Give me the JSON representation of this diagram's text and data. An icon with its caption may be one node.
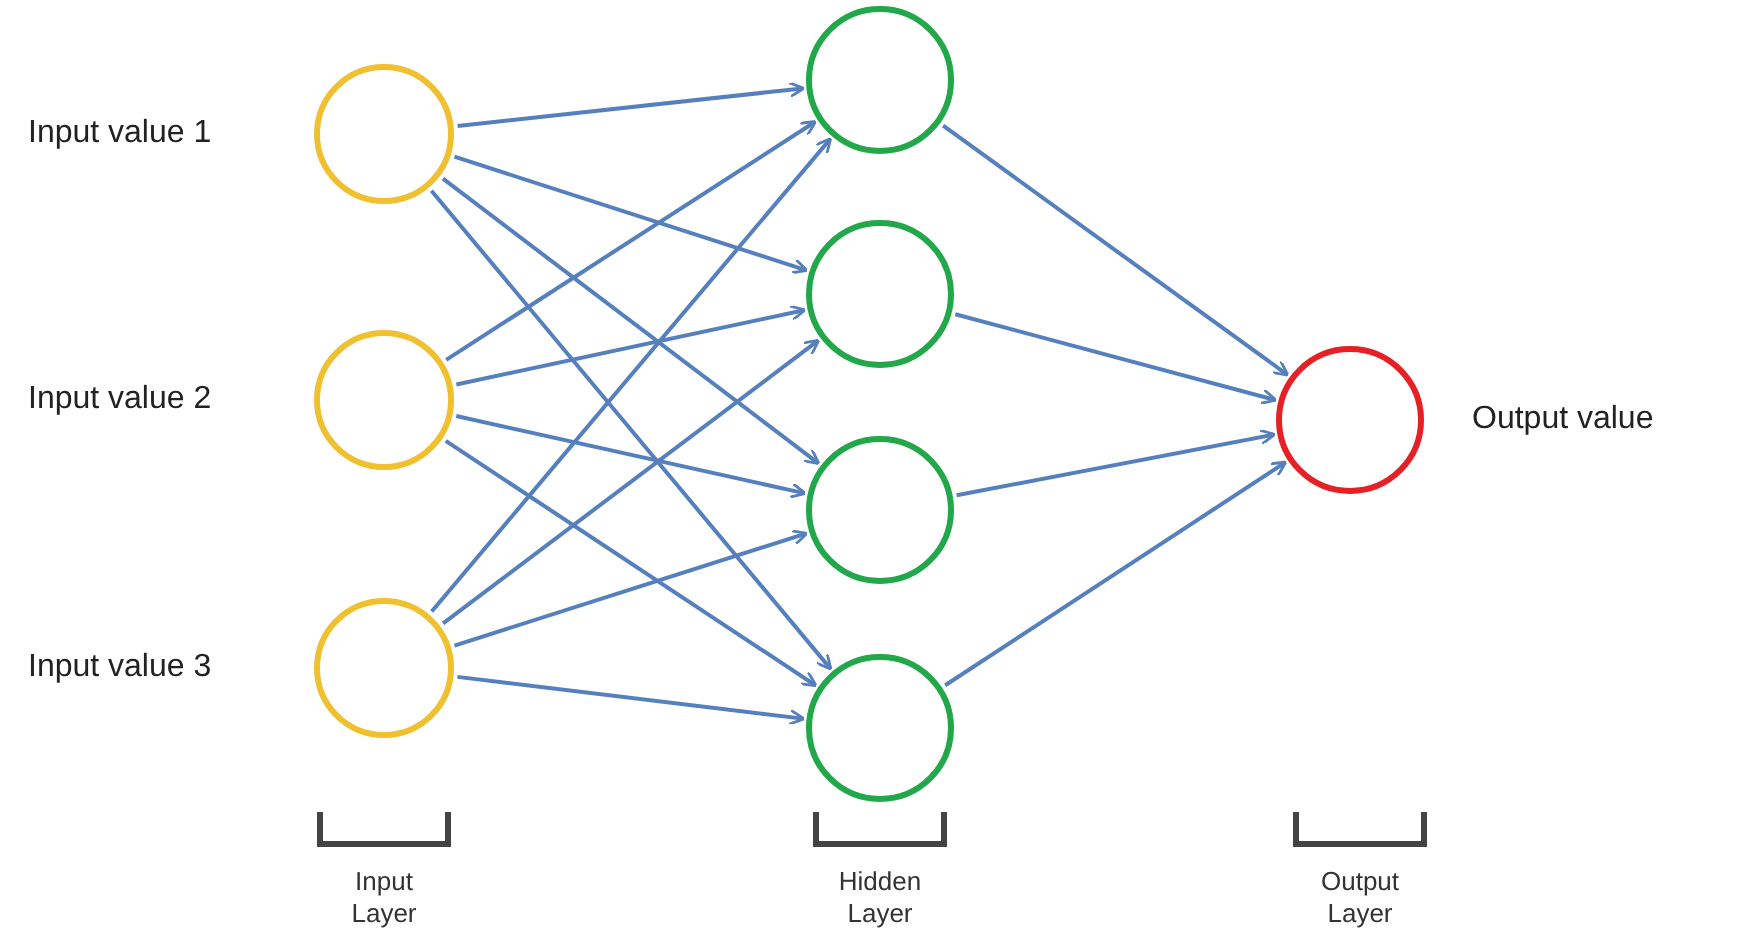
{
  "diagram": {
    "nodes": [
      {
        "text": [],
        "shape": "circle",
        "beside": [
          "Input value 1"
        ]
      },
      {
        "text": [],
        "shape": "circle",
        "beside": [
          "Input value 2"
        ]
      },
      {
        "text": [],
        "shape": "circle",
        "beside": [
          "Input value 3"
        ]
      },
      {
        "text": [],
        "shape": "circle"
      },
      {
        "text": [],
        "shape": "circle"
      },
      {
        "text": [],
        "shape": "circle"
      },
      {
        "text": [],
        "shape": "circle"
      },
      {
        "text": [],
        "shape": "circle",
        "beside": [
          "Output value"
        ]
      }
    ],
    "edges": [
      {
        "from": 0,
        "to": 3,
        "arrow": "to"
      },
      {
        "from": 0,
        "to": 4,
        "arrow": "to"
      },
      {
        "from": 0,
        "to": 5,
        "arrow": "to"
      },
      {
        "from": 0,
        "to": 6,
        "arrow": "to"
      },
      {
        "from": 1,
        "to": 3,
        "arrow": "to"
      },
      {
        "from": 1,
        "to": 4,
        "arrow": "to"
      },
      {
        "from": 1,
        "to": 5,
        "arrow": "to"
      },
      {
        "from": 1,
        "to": 6,
        "arrow": "to"
      },
      {
        "from": 2,
        "to": 3,
        "arrow": "to"
      },
      {
        "from": 2,
        "to": 4,
        "arrow": "to"
      },
      {
        "from": 2,
        "to": 5,
        "arrow": "to"
      },
      {
        "from": 2,
        "to": 6,
        "arrow": "to"
      },
      {
        "from": 3,
        "to": 7,
        "arrow": "to"
      },
      {
        "from": 4,
        "to": 7,
        "arrow": "to"
      },
      {
        "from": 5,
        "to": 7,
        "arrow": "to"
      },
      {
        "from": 6,
        "to": 7,
        "arrow": "to"
      }
    ],
    "labels": [
      "Input Layer",
      "Hidden Layer",
      "Output Layer"
    ]
  }
}
